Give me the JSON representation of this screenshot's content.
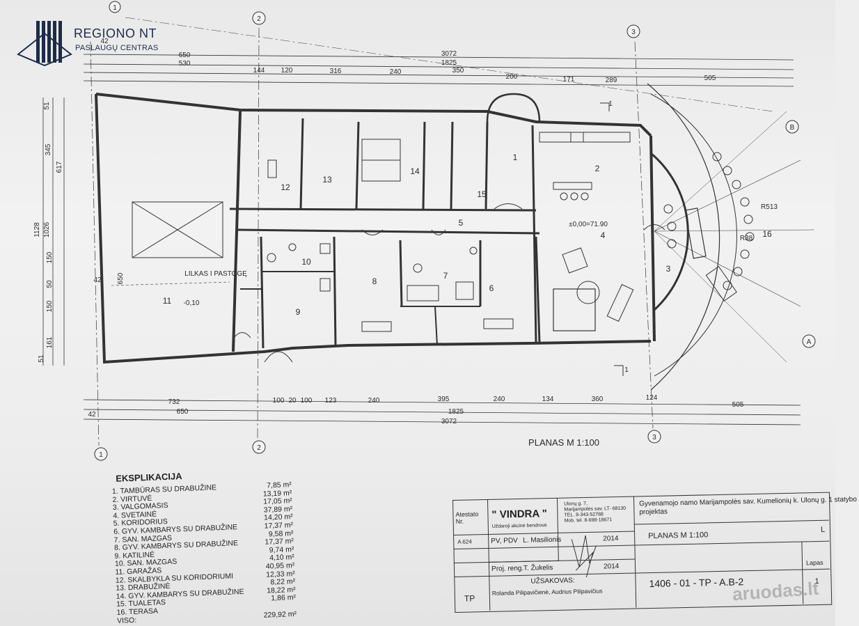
{
  "logo": {
    "title": "REGIONO NT",
    "subtitle": "PASLAUGŲ CENTRAS"
  },
  "plan_title": "PLANAS M 1:100",
  "axes": {
    "a1": "1",
    "a2": "2",
    "a3": "3",
    "aA": "A",
    "aB": "B"
  },
  "section_mark": "1",
  "top_dims": {
    "overall": "3072",
    "d650": "650",
    "d530": "530",
    "d1825": "1825",
    "segs": [
      "144",
      "120",
      "316",
      "240",
      "350",
      "200",
      "171",
      "289",
      "505"
    ],
    "d42": "42"
  },
  "bottom_dims": {
    "overall": "3072",
    "d732": "732",
    "d650": "650",
    "d1825": "1825",
    "segs": [
      "100",
      "20",
      "100",
      "123",
      "240",
      "395",
      "240",
      "134",
      "360",
      "124",
      "505"
    ],
    "d42": "42"
  },
  "left_dims": [
    "51",
    "345",
    "617",
    "150",
    "50",
    "150",
    "161",
    "51",
    "1128",
    "1026",
    "650",
    "42"
  ],
  "rooms": {
    "r1": "1",
    "r2": "2",
    "r3": "3",
    "r4": "4",
    "r5": "5",
    "r6": "6",
    "r7": "7",
    "r8": "8",
    "r9": "9",
    "r10": "10",
    "r11": "11",
    "r12": "12",
    "r13": "13",
    "r14": "14",
    "r15": "15",
    "r16": "16"
  },
  "notes": {
    "liftas": "LILKAS I PASTOGĘ",
    "level_garage": "-0,10",
    "level_main": "±0,00=71.90",
    "r513": "R513",
    "r38": "R38"
  },
  "explication": {
    "title": "EKSPLIKACIJA",
    "rows": [
      {
        "n": "1. TAMBŪRAS SU DRABUŽINE",
        "a": "7,85 m²"
      },
      {
        "n": "2. VIRTUVĖ",
        "a": "13,19 m²"
      },
      {
        "n": "3. VALGOMASIS",
        "a": "17,05 m²"
      },
      {
        "n": "4. SVETAINĖ",
        "a": "37,89 m²"
      },
      {
        "n": "5. KORIDORIUS",
        "a": "14,20 m²"
      },
      {
        "n": "6. GYV. KAMBARYS SU DRABUŽINE",
        "a": "17,37 m²"
      },
      {
        "n": "7. SAN. MAZGAS",
        "a": "9,58 m²"
      },
      {
        "n": "8. GYV. KAMBARYS SU DRABUŽINE",
        "a": "17,37 m²"
      },
      {
        "n": "9. KATILINĖ",
        "a": "9,74 m²"
      },
      {
        "n": "10. SAN. MAZGAS",
        "a": "4,10 m²"
      },
      {
        "n": "11. GARAŽAS",
        "a": "40,95 m²"
      },
      {
        "n": "12. SKALBYKLA SU KORIDORIUMI",
        "a": "12,33 m²"
      },
      {
        "n": "13. DRABUŽINĖ",
        "a": "8,22 m²"
      },
      {
        "n": "14. GYV. KAMBARYS SU DRABUŽINE",
        "a": "18,22 m²"
      },
      {
        "n": "15. TUALETAS",
        "a": "1,86 m²"
      },
      {
        "n": "16. TERASA",
        "a": ""
      }
    ],
    "total_label": "VISO:",
    "total": "229,92 m²"
  },
  "title_block": {
    "atestato": "Atestato Nr.",
    "company": "\" VINDRA \"",
    "company_sub": "Uždaroji akcinė bendrovė",
    "addr1": "Ulonų g. 7,",
    "addr2": "Marijampolės sav. LT- 68130",
    "addr3": "TEL. 8-343-52788",
    "addr4": "Mob. tel. 8-698-18671",
    "a624": "A 624",
    "pv": "PV, PDV",
    "name1": "L. Masilionis",
    "year1": "2014",
    "proj": "Proj. reng.",
    "name2": "T. Žukelis",
    "year2": "2014",
    "uzsakovas": "UŽSAKOVAS:",
    "client": "Rolanda Pilipavičienė, Audrius Pilipavičius",
    "tp": "TP",
    "project": "Gyvenamojo namo  Marijampolės sav. Kumelionių k. Ulonų g. 1 statybo",
    "project2": "projektas",
    "sheet_title": "PLANAS M 1:100",
    "code": "1406 - 01 - TP - A.B-2",
    "lapas": "Lapas",
    "lapas_no": "1",
    "l": "L"
  },
  "watermark": "aruodas.lt"
}
